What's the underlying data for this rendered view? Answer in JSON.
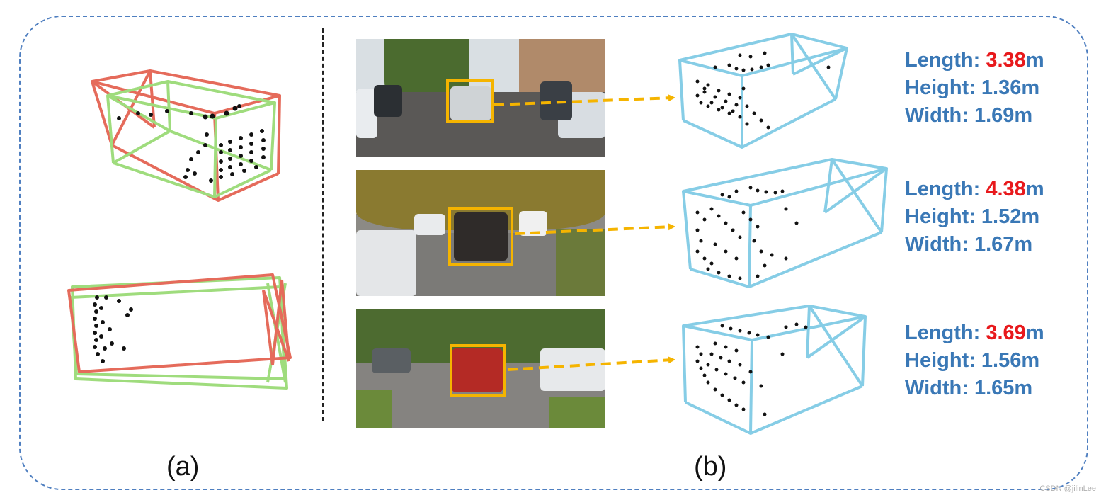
{
  "panel_a": {
    "label": "(a)"
  },
  "panel_b": {
    "label": "(b)"
  },
  "colors": {
    "prediction_box": "#e56b5b",
    "ground_truth_box": "#9fdc7d",
    "estimated_box": "#86cde6",
    "arrow": "#f5b400",
    "text_blue": "#3a78b6",
    "text_red": "#e8191c",
    "frame": "#4f7fc0"
  },
  "rows": [
    {
      "length_label": "Length: ",
      "length_value": "3.38",
      "length_unit": "m",
      "height": "Height: 1.36m",
      "width": "Width: 1.69m"
    },
    {
      "length_label": "Length: ",
      "length_value": "4.38",
      "length_unit": "m",
      "height": "Height: 1.52m",
      "width": "Width: 1.67m"
    },
    {
      "length_label": "Length: ",
      "length_value": "3.69",
      "length_unit": "m",
      "height": "Height: 1.56m",
      "width": "Width: 1.65m"
    }
  ],
  "watermark": "CSDN @jilinLee"
}
